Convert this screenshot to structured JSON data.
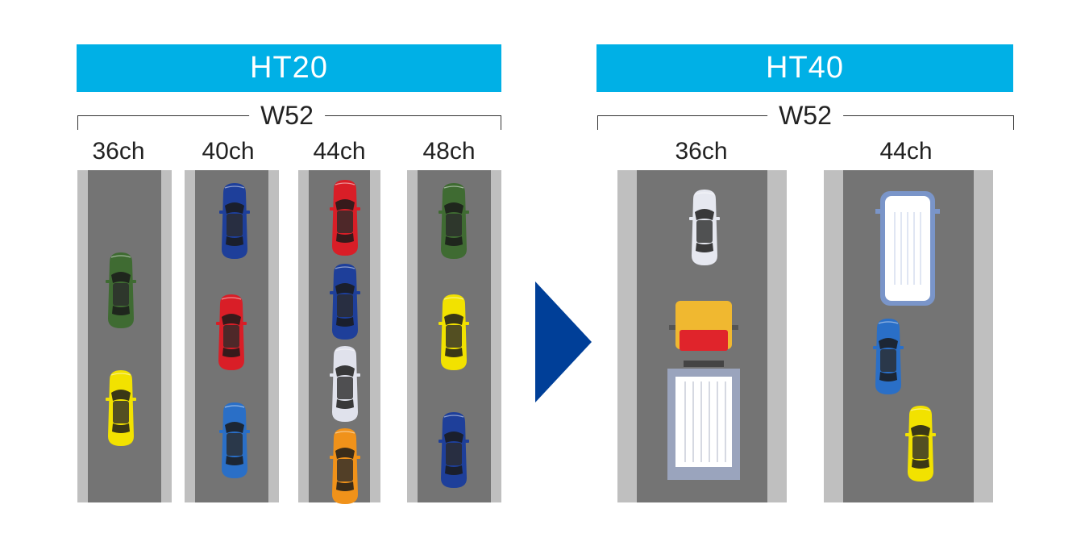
{
  "left": {
    "title": "HT20",
    "bracket_label": "W52",
    "channels": [
      "36ch",
      "40ch",
      "44ch",
      "48ch"
    ]
  },
  "right": {
    "title": "HT40",
    "bracket_label": "W52",
    "channels": [
      "36ch",
      "44ch"
    ]
  },
  "colors": {
    "banner": "#00b0e6",
    "arrow": "#003f98",
    "road": "#747474",
    "shoulder": "#bfbfbf"
  },
  "icons": {
    "arrow": "right-triangle-arrow",
    "car": "car-top-view-icon",
    "truck": "truck-top-view-icon",
    "van": "van-top-view-icon"
  }
}
